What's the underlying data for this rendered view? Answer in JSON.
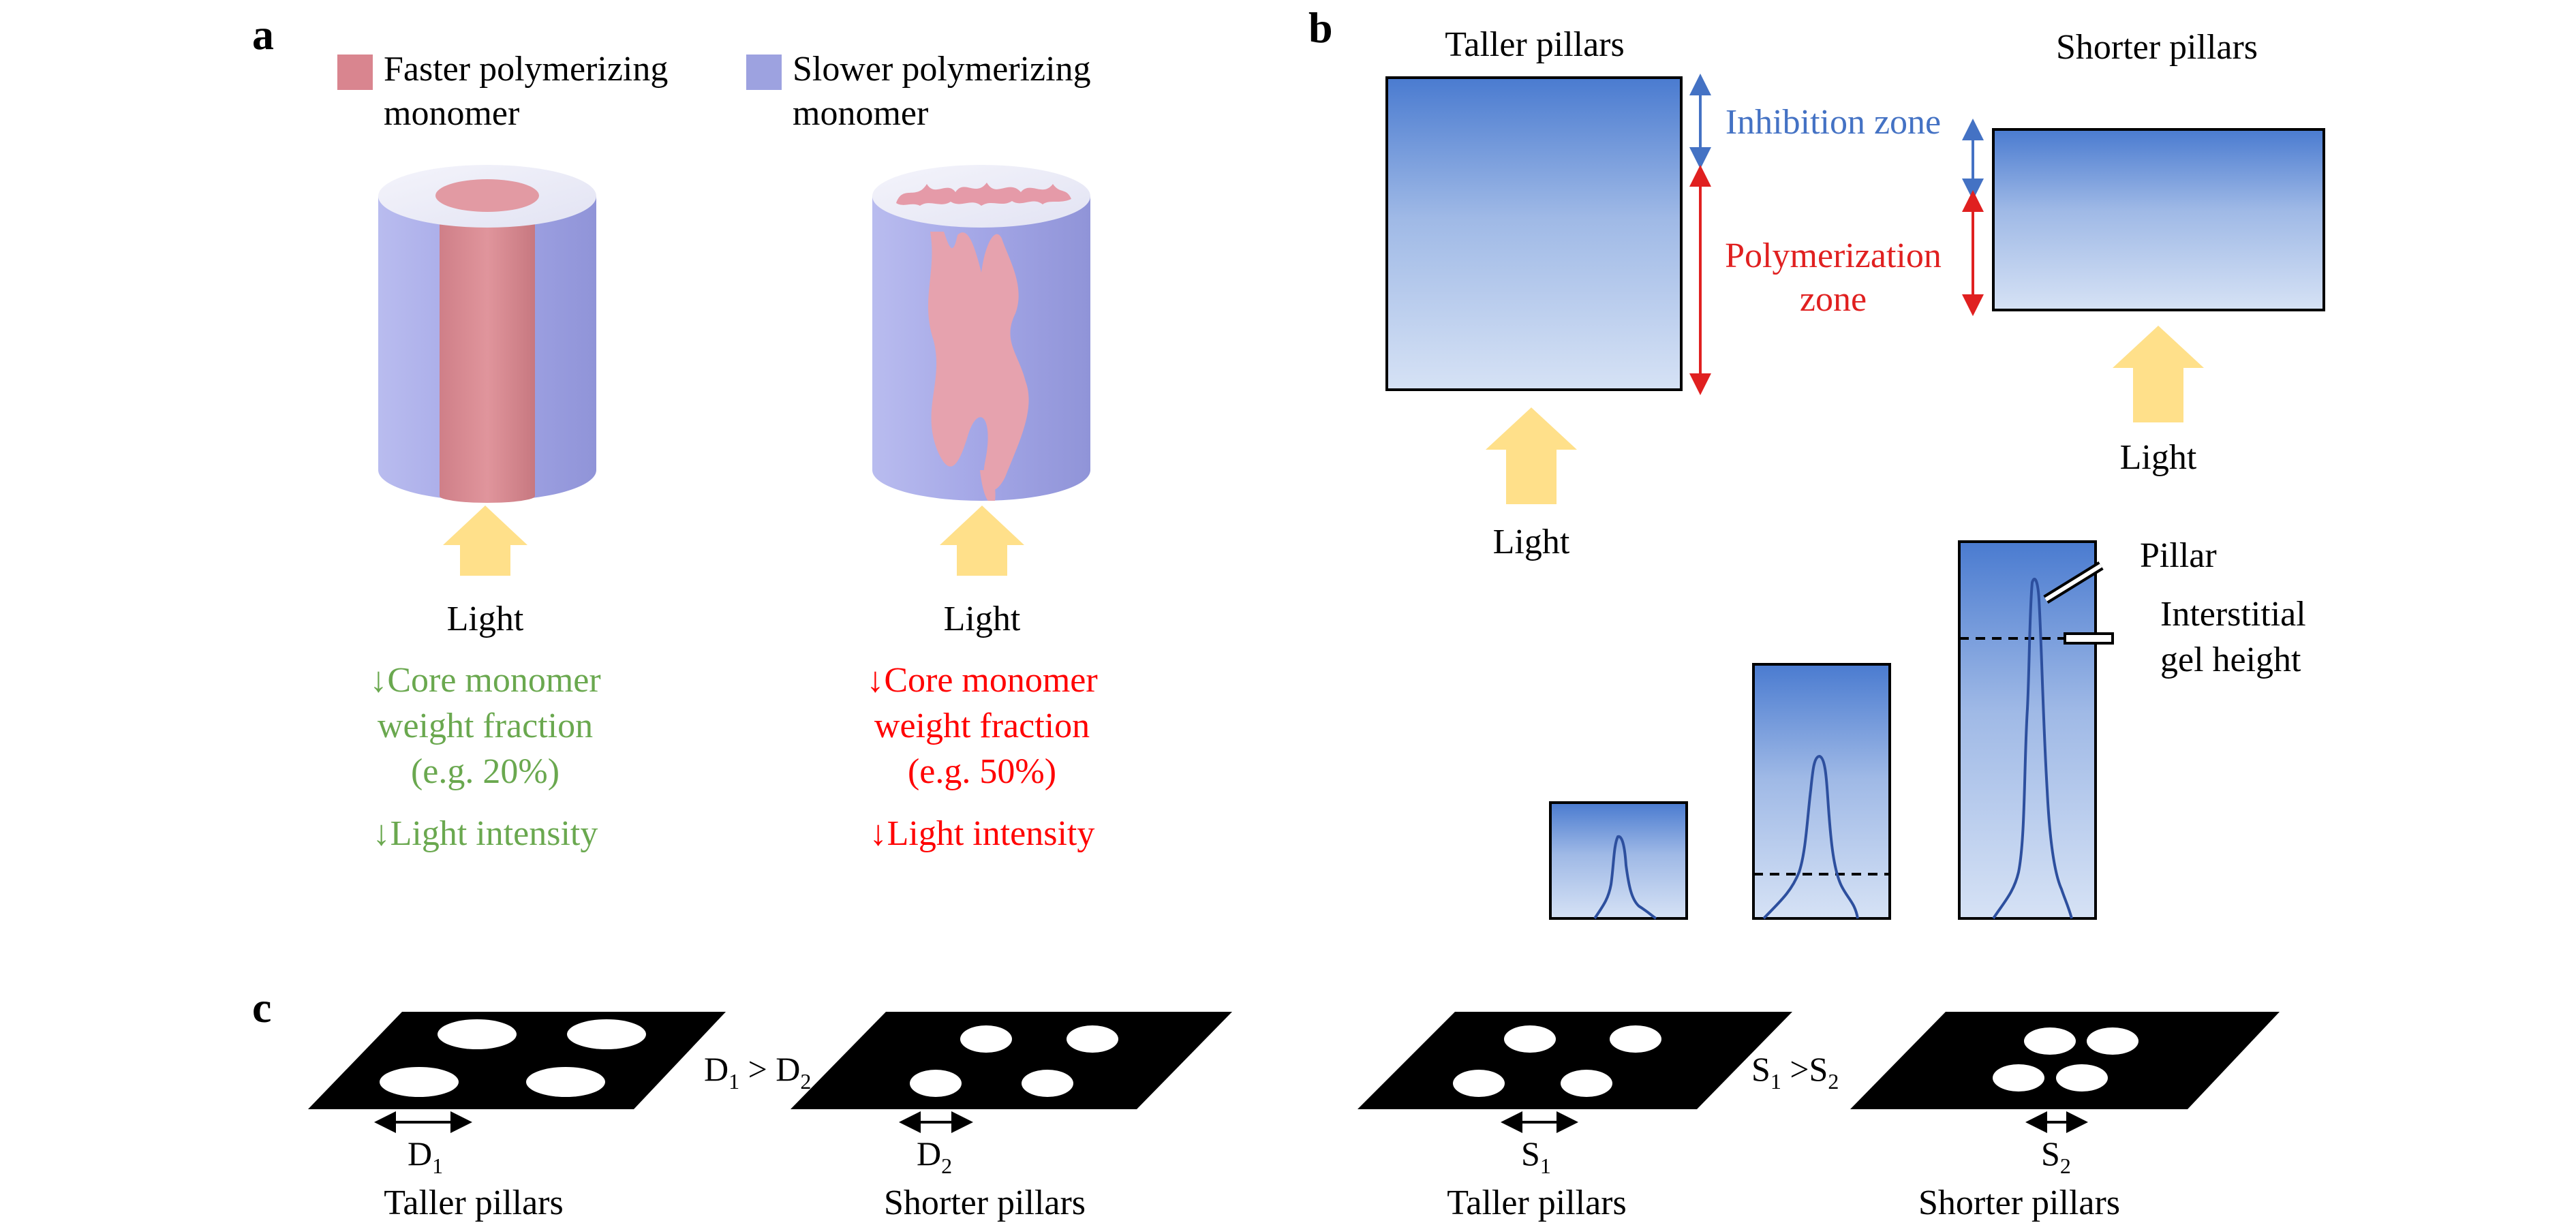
{
  "panel_a": {
    "label": "a",
    "legend": [
      {
        "line1": "Faster polymerizing",
        "line2": "monomer",
        "color": "#d9858f"
      },
      {
        "line1": "Slower polymerizing",
        "line2": "monomer",
        "color": "#9da2e0"
      }
    ],
    "left": {
      "light": "Light",
      "lines": [
        "↓Core monomer",
        "weight fraction",
        "(e.g. 20%)"
      ],
      "intensity": "↓Light intensity",
      "color": "#6aa84f"
    },
    "right": {
      "light": "Light",
      "lines": [
        "↓Core monomer",
        "weight fraction",
        "(e.g. 50%)"
      ],
      "intensity": "↓Light intensity",
      "color": "#ff0000"
    }
  },
  "panel_b": {
    "label": "b",
    "taller_title": "Taller pillars",
    "shorter_title": "Shorter pillars",
    "inhibition_zone": "Inhibition zone",
    "polymerization_zone_1": "Polymerization",
    "polymerization_zone_2": "zone",
    "light_left": "Light",
    "light_right": "Light",
    "pillar": "Pillar",
    "interstitial_1": "Interstitial",
    "interstitial_2": "gel height",
    "inhibition_color": "#4472c4",
    "polymerization_color": "#e02020"
  },
  "panel_c": {
    "label": "c",
    "D1": "D",
    "D1_sub": "1",
    "D2": "D",
    "D2_sub": "2",
    "compare_D_a": "D",
    "compare_D_a_sub": "1",
    "compare_D_op": " > D",
    "compare_D_b_sub": "2",
    "S1": "S",
    "S1_sub": "1",
    "S2": "S",
    "S2_sub": "2",
    "compare_S_a": "S",
    "compare_S_a_sub": "1",
    "compare_S_op": " >S",
    "compare_S_b_sub": "2",
    "captions": [
      "Taller pillars",
      "Shorter pillars",
      "Taller pillars",
      "Shorter pillars"
    ]
  }
}
